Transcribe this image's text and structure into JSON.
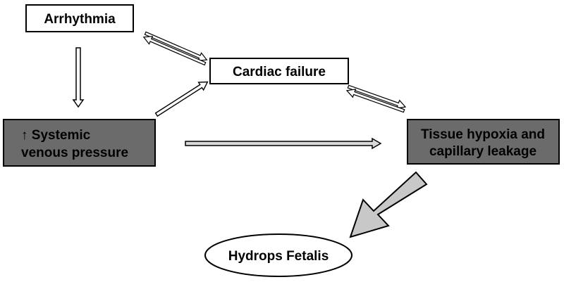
{
  "nodes": {
    "arrhythmia": {
      "label": "Arrhythmia"
    },
    "cardiac_failure": {
      "label": "Cardiac failure"
    },
    "systemic_venous_pressure": {
      "line1": "↑ Systemic",
      "line2": "venous pressure"
    },
    "tissue_hypoxia": {
      "line1": "Tissue hypoxia and",
      "line2": "capillary leakage"
    },
    "hydrops_fetalis": {
      "label": "Hydrops Fetalis"
    }
  },
  "colors": {
    "dark_box_fill": "#6b6b6b",
    "light_box_fill": "#ffffff",
    "outline": "#000000",
    "dark_box_text": "#ffffff",
    "big_arrow_fill": "#c8c8c8"
  }
}
